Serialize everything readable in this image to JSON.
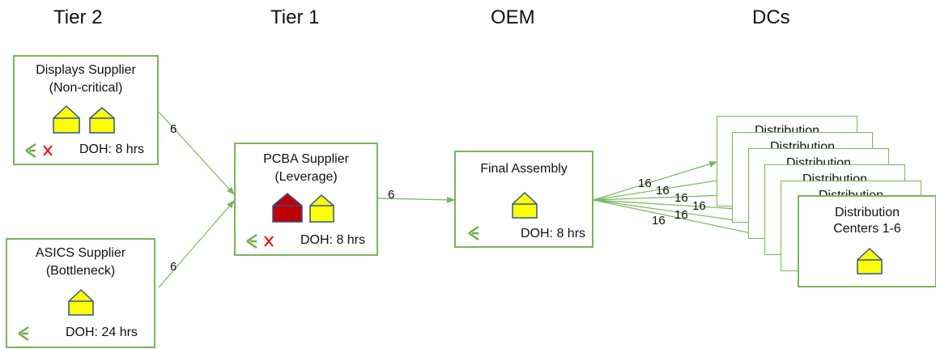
{
  "tiers": {
    "tier2": "Tier 2",
    "tier1": "Tier 1",
    "oem": "OEM",
    "dcs": "DCs"
  },
  "nodes": {
    "displays": {
      "line1": "Displays Supplier",
      "line2": "(Non-critical)",
      "doh": "DOH: 8 hrs"
    },
    "asics": {
      "line1": "ASICS Supplier",
      "line2": "(Bottleneck)",
      "doh": "DOH: 24 hrs"
    },
    "pcba": {
      "line1": "PCBA Supplier",
      "line2": "(Leverage)",
      "doh": "DOH: 8 hrs"
    },
    "final": {
      "line1": "Final Assembly",
      "doh": "DOH: 8 hrs"
    },
    "dc_front": {
      "line1": "Distribution",
      "line2": "Centers 1-6"
    },
    "dc_stack_label": "Distribution"
  },
  "edges": {
    "displays_to_pcba": "6",
    "asics_to_pcba": "6",
    "pcba_to_final": "6",
    "final_to_dc": [
      "16",
      "16",
      "16",
      "16",
      "16",
      "16"
    ]
  },
  "colors": {
    "box_border": "#7ab55c",
    "arrow": "#7ab55c",
    "house_yellow": "#ffff00",
    "house_red": "#c00000",
    "house_outline": "#2f5597",
    "cross": "#ff0000",
    "check_icon": "#70ad47"
  },
  "icons": [
    "warehouse-icon",
    "factory-icon",
    "route-icon",
    "cross-icon"
  ]
}
